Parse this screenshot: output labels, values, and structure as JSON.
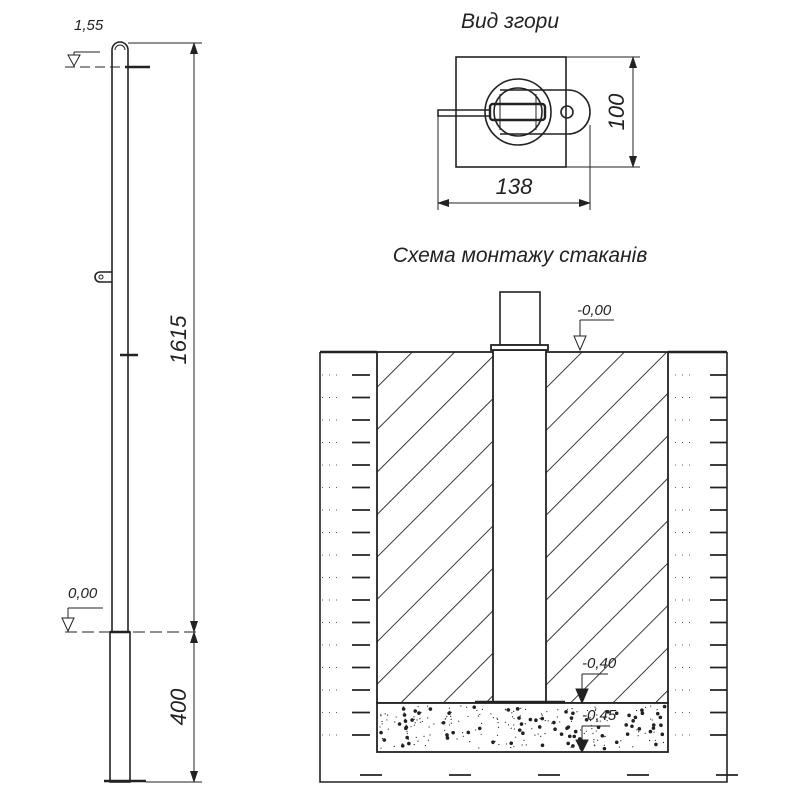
{
  "pole_view": {
    "top_level": "1,55",
    "ground_level": "0,00",
    "height_above_ground": "1615",
    "depth_below_ground": "400"
  },
  "top_view": {
    "title": "Вид згори",
    "width": "138",
    "depth": "100"
  },
  "installation": {
    "title": "Схема монтажу стаканів",
    "level_ground": "-0,00",
    "level_sleeve_bottom": "-0,40",
    "level_base_bottom": "-0,45"
  }
}
